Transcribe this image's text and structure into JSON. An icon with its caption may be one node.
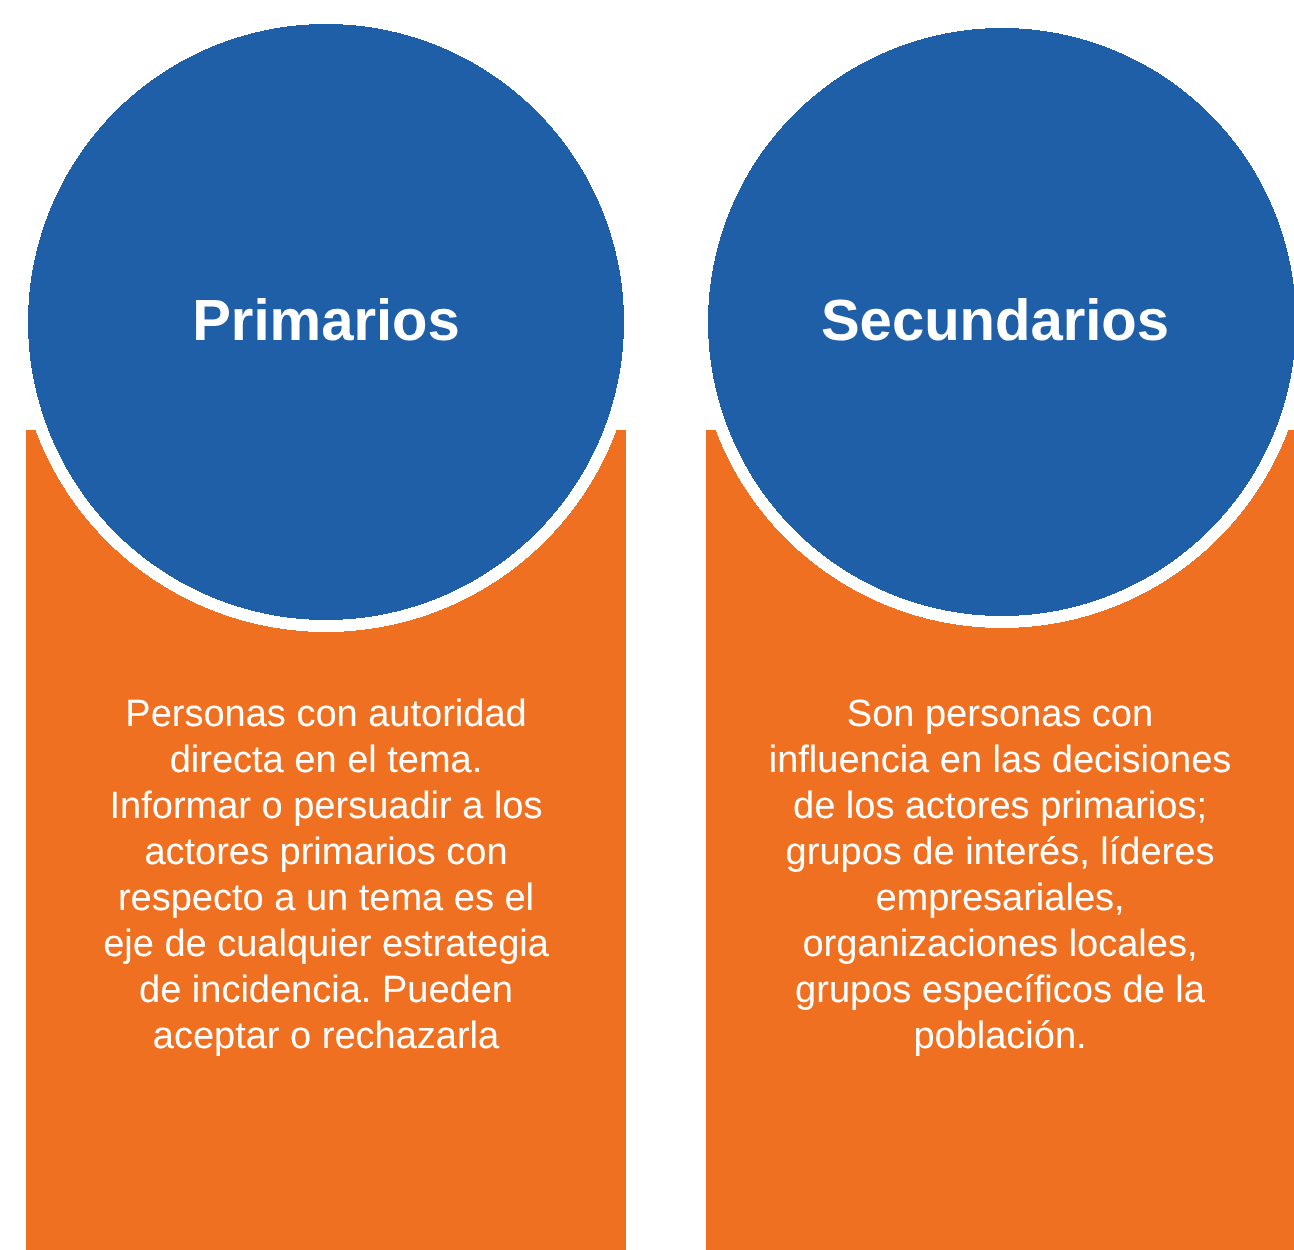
{
  "diagram": {
    "nodes": [
      {
        "text": [
          "Primarios"
        ]
      },
      {
        "text": [
          "Personas con autoridad directa en el tema. Informar o persuadir a los actores primarios con respecto a un tema es el eje de cualquier estrategia de incidencia. Pueden aceptar o rechazarla"
        ]
      },
      {
        "text": [
          "Secundarios"
        ]
      },
      {
        "text": [
          "Son personas con influencia en las decisiones de los actores primarios; grupos de interés, líderes empresariales, organizaciones locales, grupos específicos de la población."
        ]
      }
    ]
  }
}
